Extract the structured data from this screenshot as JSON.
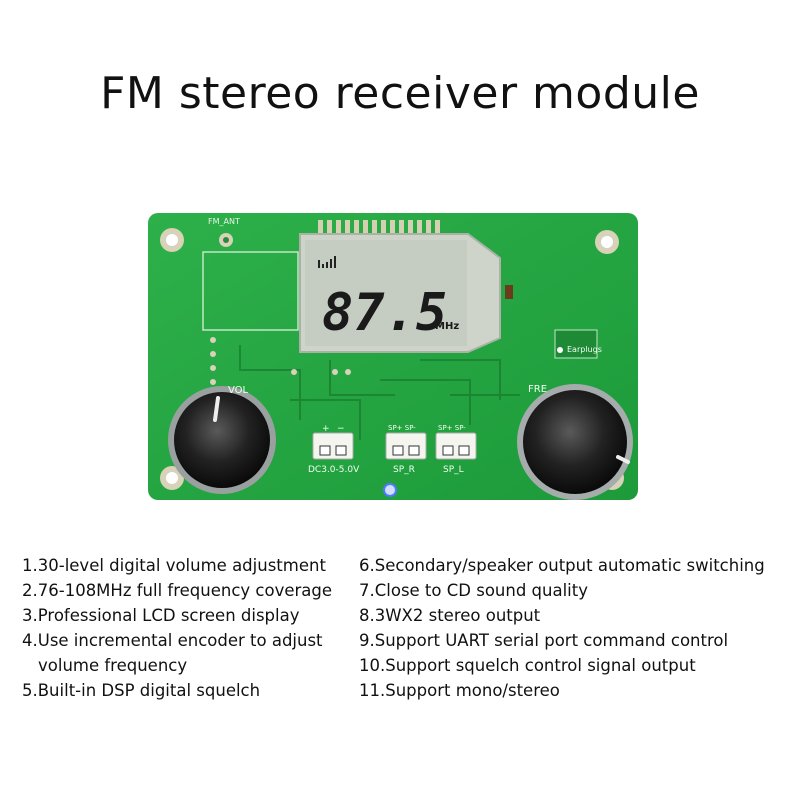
{
  "title": "FM stereo receiver module",
  "board": {
    "lcd_frequency": "87.5",
    "lcd_unit": "MHz",
    "silkscreen": {
      "antenna": "FM_ANT",
      "vol": "VOL",
      "fre": "FRE",
      "earplugs": "Earplugs",
      "dc_input": "DC3.0-5.0V",
      "sp_r": "SP_R",
      "sp_l": "SP_L",
      "sp_terminal": "SP+ SP-",
      "plus": "+",
      "minus": "−"
    },
    "colors": {
      "pcb": "#23a23f",
      "lcd": "#c9d0c6",
      "knob": "#1b1b1b"
    }
  },
  "features_left": [
    {
      "text": "1.30-level digital volume adjustment"
    },
    {
      "text": "2.76-108MHz full frequency coverage"
    },
    {
      "text": "3.Professional LCD screen display"
    },
    {
      "text": "4.Use incremental encoder to adjust"
    },
    {
      "text": "volume frequency"
    },
    {
      "text": "5.Built-in DSP digital squelch"
    }
  ],
  "features_right": [
    {
      "text": "6.Secondary/speaker output automatic switching"
    },
    {
      "text": "7.Close to CD sound quality"
    },
    {
      "text": "8.3WX2 stereo output"
    },
    {
      "text": "9.Support UART serial port command control"
    },
    {
      "text": "10.Support squelch control signal output"
    },
    {
      "text": "11.Support mono/stereo"
    }
  ]
}
